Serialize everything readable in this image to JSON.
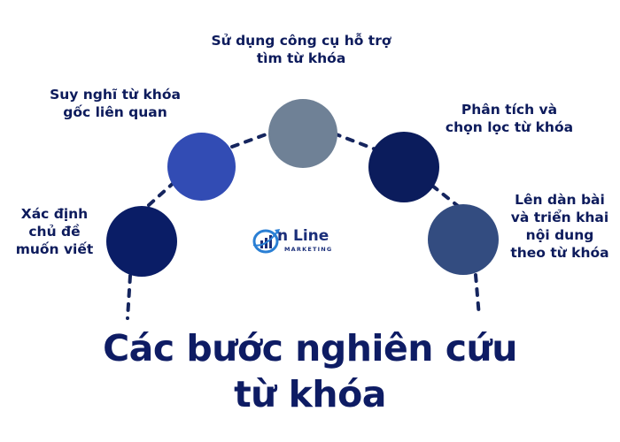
{
  "title": {
    "line1": "Các bước nghiên cứu",
    "line2": "từ khóa"
  },
  "logo": {
    "main": "n Line",
    "sub": "MARKETING"
  },
  "steps": [
    {
      "lines": [
        "Xác định",
        "chủ đề",
        "muốn viết"
      ],
      "color": "#0a1d66"
    },
    {
      "lines": [
        "Suy nghĩ từ khóa",
        "gốc liên quan"
      ],
      "color": "#324cb4"
    },
    {
      "lines": [
        "Sử dụng công cụ hỗ trợ",
        "tìm từ khóa"
      ],
      "color": "#6f8196"
    },
    {
      "lines": [
        "Phân tích và",
        "chọn lọc từ khóa"
      ],
      "color": "#0b1c5c"
    },
    {
      "lines": [
        "Lên dàn bài",
        "và triển khai",
        "nội dung",
        "theo từ khóa"
      ],
      "color": "#334c80"
    }
  ],
  "colors": {
    "text": "#0d1b5c",
    "dash": "#15255e"
  }
}
